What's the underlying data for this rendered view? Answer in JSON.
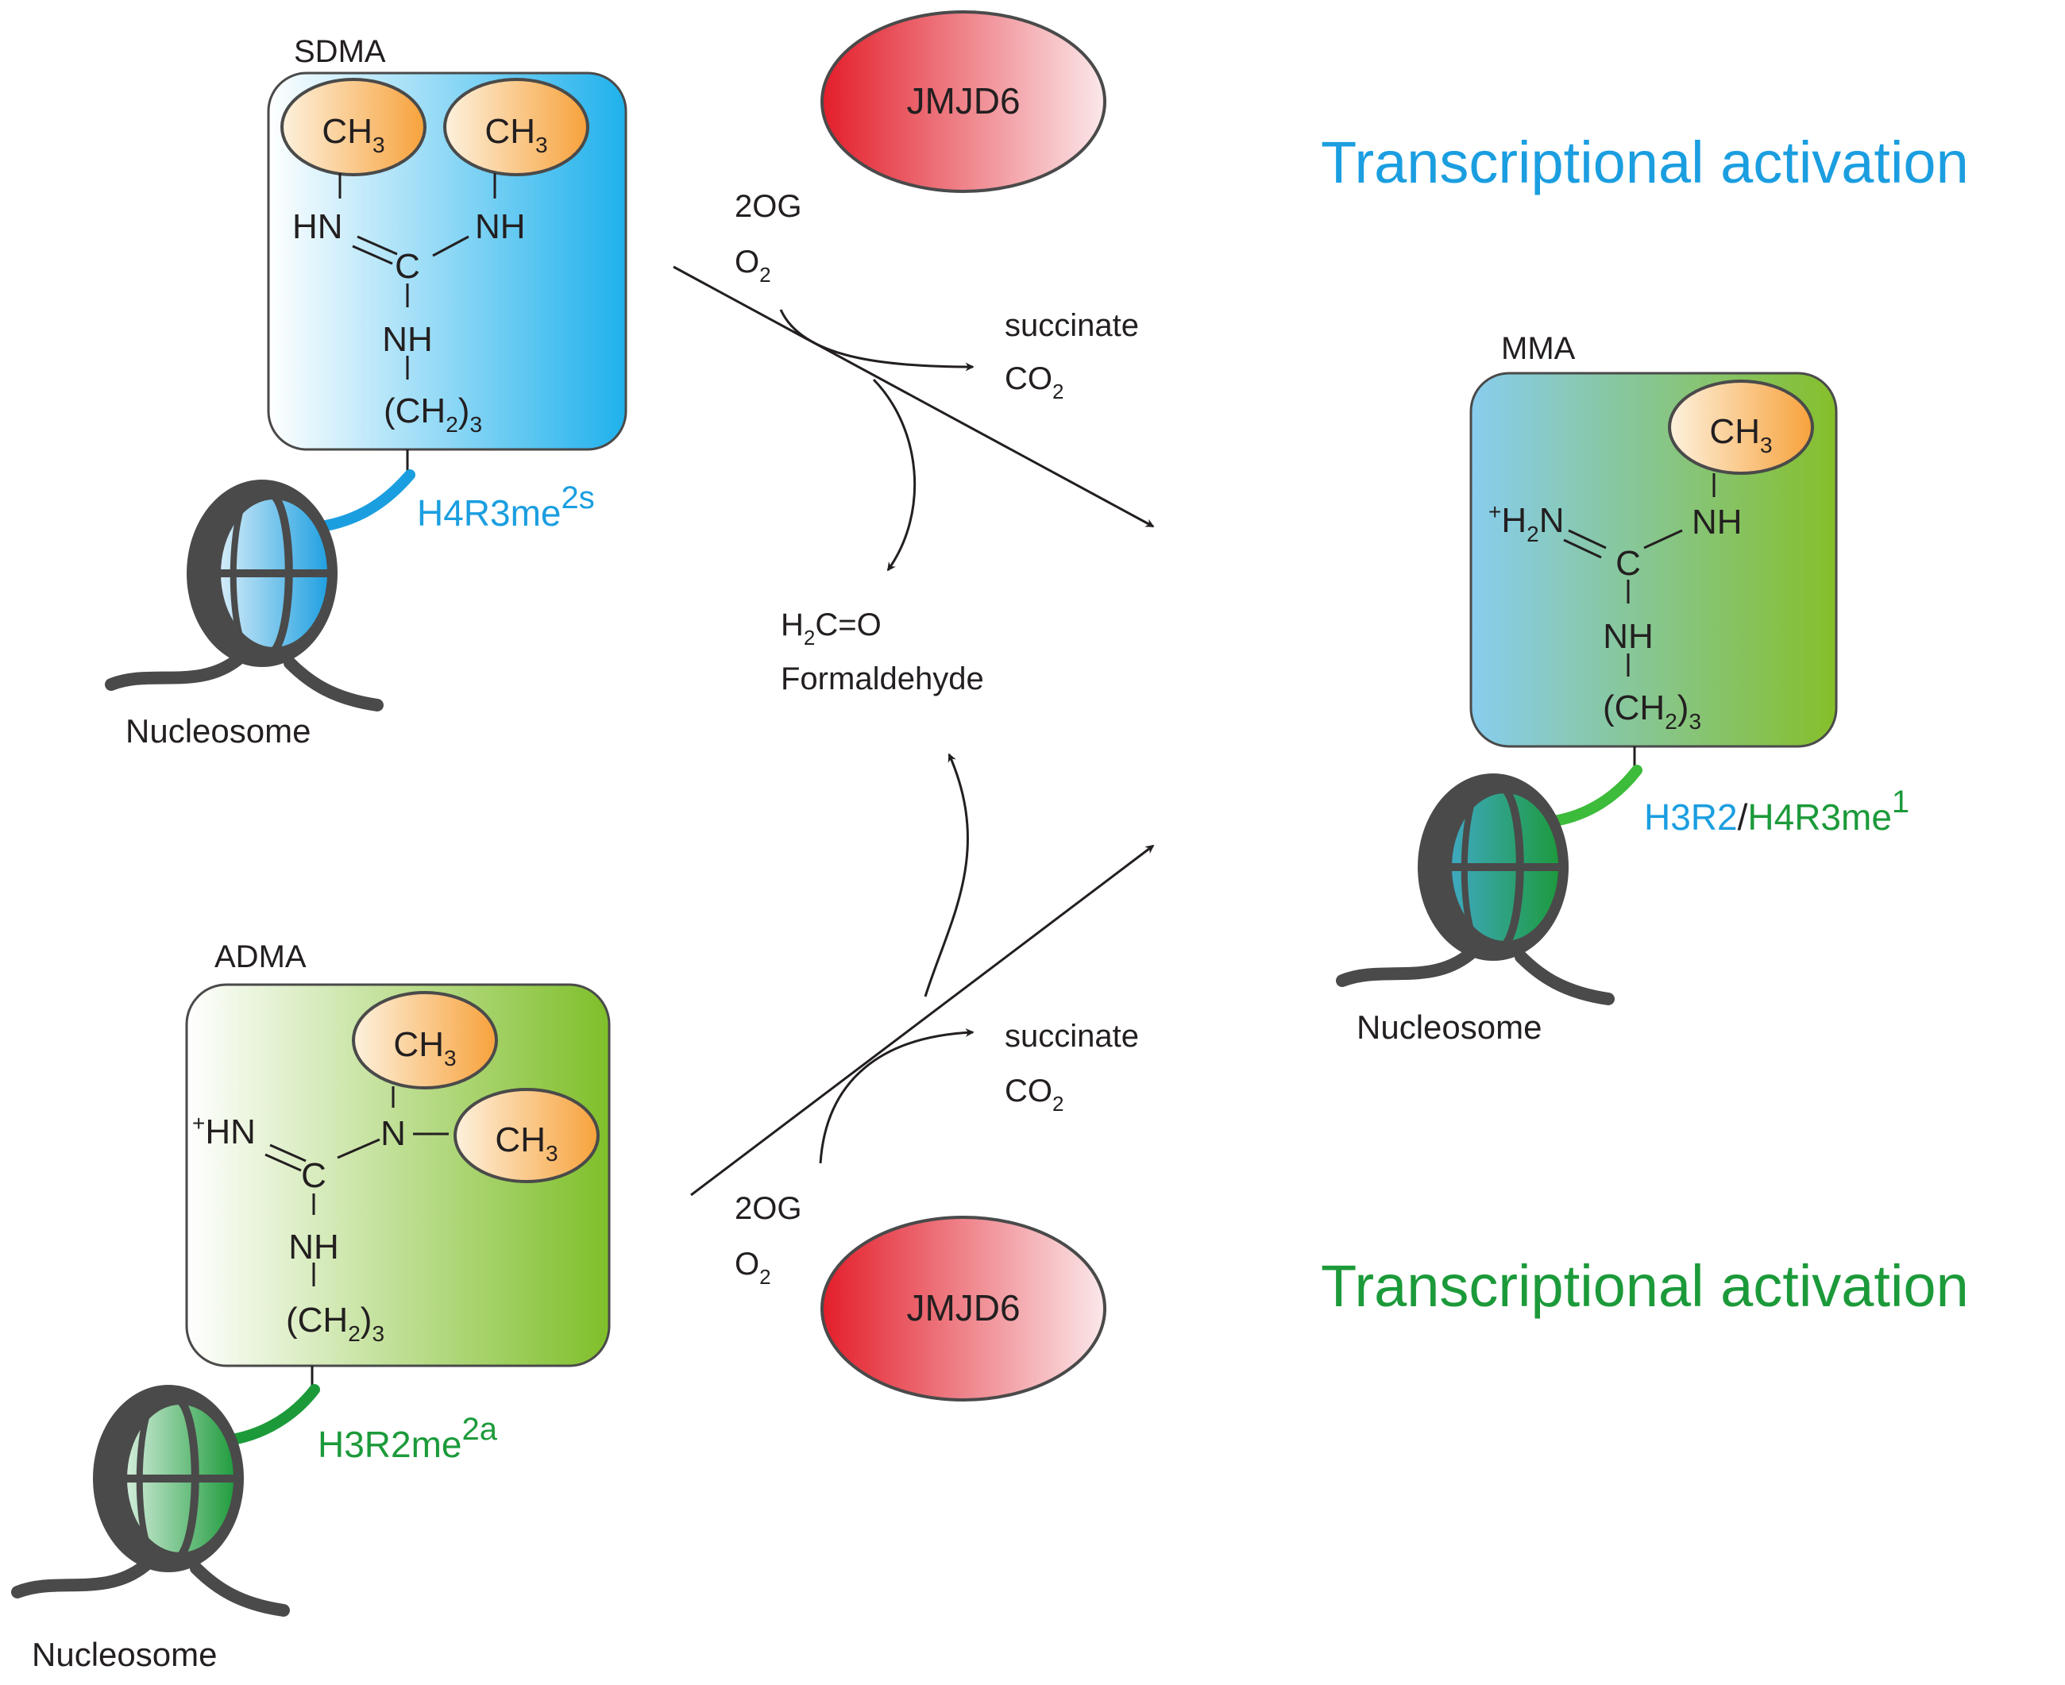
{
  "colors": {
    "blue": "#1b9ee0",
    "green": "#1c9a3a",
    "light_green": "#8cc63f",
    "orange": "#f7a23c",
    "red": "#e52331",
    "dark": "#4a4a4a"
  },
  "sdma": {
    "title": "SDMA",
    "ch3_left": "CH",
    "ch3_left_sub": "3",
    "ch3_right": "CH",
    "ch3_right_sub": "3",
    "hn": "HN",
    "nh_right": "NH",
    "c": "C",
    "nh_chain": "NH",
    "chain_a": "(CH",
    "chain_sub": "2",
    "chain_b": ")",
    "chain_sub2": "3",
    "mark": "H4R3me",
    "mark_sup": "2s",
    "nucleosome": "Nucleosome"
  },
  "adma": {
    "title": "ADMA",
    "ch3_top": "CH",
    "ch3_top_sub": "3",
    "ch3_side": "CH",
    "ch3_side_sub": "3",
    "hn_plus": "+",
    "hn": "HN",
    "n": "N",
    "c": "C",
    "nh_chain": "NH",
    "chain_a": "(CH",
    "chain_sub": "2",
    "chain_b": ")",
    "chain_sub2": "3",
    "mark": "H3R2me",
    "mark_sup": "2a",
    "nucleosome": "Nucleosome"
  },
  "mma": {
    "title": "MMA",
    "ch3": "CH",
    "ch3_sub": "3",
    "h2n_plus": "+",
    "h2n_h": "H",
    "h2n_sub": "2",
    "h2n_n": "N",
    "nh_right": "NH",
    "c": "C",
    "nh_chain": "NH",
    "chain_a": "(CH",
    "chain_sub": "2",
    "chain_b": ")",
    "chain_sub2": "3",
    "mark_blue": "H3R2",
    "mark_slash": "/",
    "mark_green": "H4R3me",
    "mark_sup": "1",
    "nucleosome": "Nucleosome"
  },
  "reactions": {
    "enzyme_top": "JMJD6",
    "enzyme_bottom": "JMJD6",
    "cofactor_top_1": "2OG",
    "cofactor_top_2_a": "O",
    "cofactor_top_2_sub": "2",
    "cofactor_bottom_1": "2OG",
    "cofactor_bottom_2_a": "O",
    "cofactor_bottom_2_sub": "2",
    "product_top_1": "succinate",
    "product_top_2_a": "CO",
    "product_top_2_sub": "2",
    "product_bottom_1": "succinate",
    "product_bottom_2_a": "CO",
    "product_bottom_2_sub": "2",
    "formaldehyde_formula_a": "H",
    "formaldehyde_formula_sub": "2",
    "formaldehyde_formula_b": "C=O",
    "formaldehyde_name": "Formaldehyde"
  },
  "outcomes": {
    "top": "Transcriptional activation",
    "bottom": "Transcriptional activation"
  }
}
